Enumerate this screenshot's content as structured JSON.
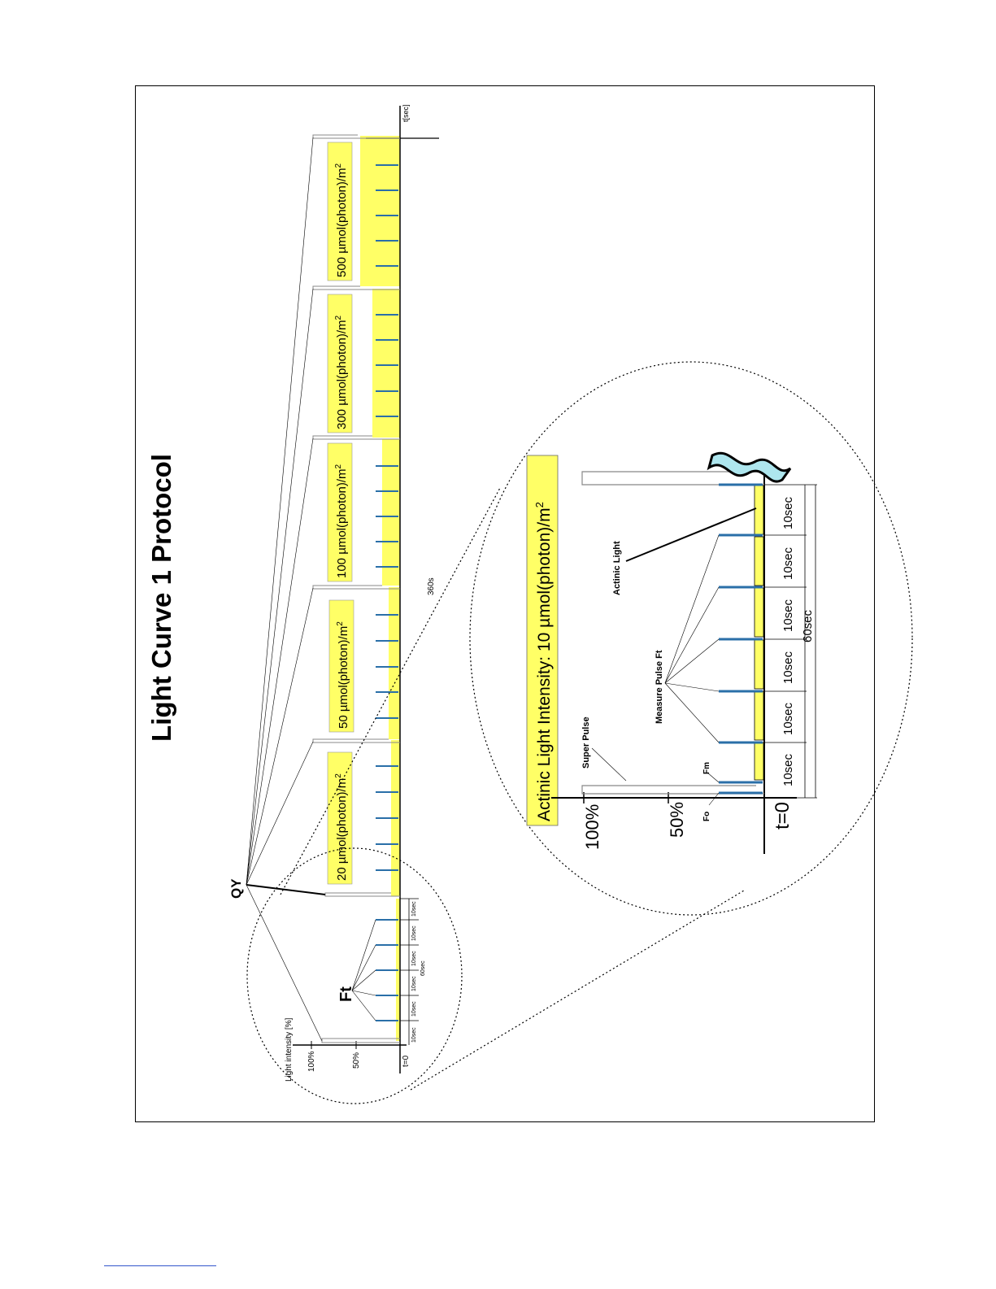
{
  "title": "Light Curve 1 Protocol",
  "colors": {
    "actinic_fill": "#ffff66",
    "pulse": "#2a6fa8",
    "frame": "#000000",
    "wave_fill": "#aee6ee"
  },
  "overview": {
    "ylabel": "Light intensity [%]",
    "ticks": {
      "full": "100%",
      "half": "50%"
    },
    "t0": "t=0",
    "time_axis_label": "t[sec]",
    "total_label": "360s",
    "ft_label": "Ft",
    "qy_label": "QY",
    "interval_labels": [
      "10sec",
      "10sec",
      "10sec",
      "10sec",
      "10sec",
      "10sec"
    ],
    "sum_label": "60sec",
    "levels": [
      {
        "label": "20 µmol(photon)/m",
        "sup": "2"
      },
      {
        "label": "50 µmol(photon)/m",
        "sup": "2"
      },
      {
        "label": "100 µmol(photon)/m",
        "sup": "2"
      },
      {
        "label": "300 µmol(photon)/m",
        "sup": "2"
      },
      {
        "label": "500 µmol(photon)/m",
        "sup": "2"
      }
    ]
  },
  "detail": {
    "title": "Actinic Light Intensity: 10 µmol(photon)/m",
    "title_sup": "2",
    "ticks": {
      "full": "100%",
      "half": "50%"
    },
    "t0": "t=0",
    "super_pulse": "Super Pulse",
    "measure_pulse": "Measure Pulse Ft",
    "actinic_light": "Actinic Light",
    "fo": "Fo",
    "fm": "Fm",
    "interval_labels": [
      "10sec",
      "10sec",
      "10sec",
      "10sec",
      "10sec",
      "10sec"
    ],
    "sum_label": "60sec"
  }
}
